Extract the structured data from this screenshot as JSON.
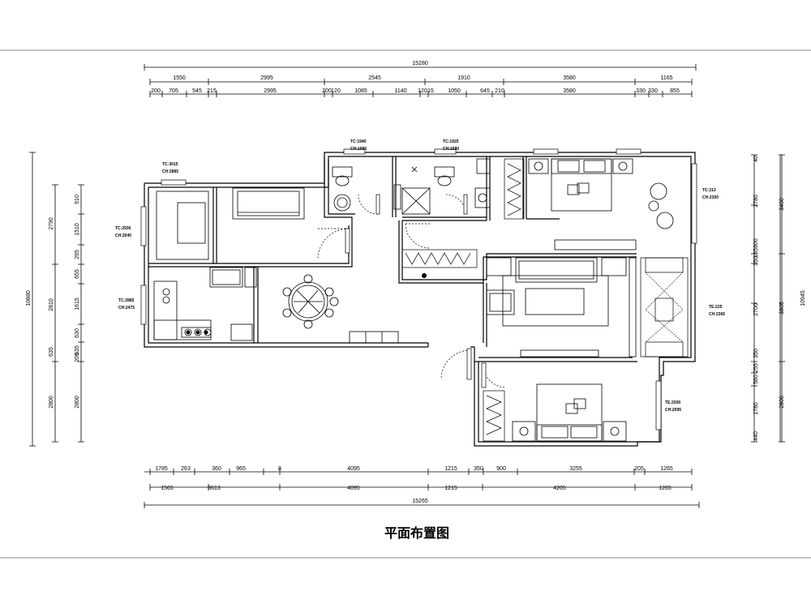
{
  "title": "平面布置图",
  "dims": {
    "top_overall": "15280",
    "top_row1": [
      "1550",
      "2995",
      "2545",
      "1910",
      "3580",
      "1165"
    ],
    "top_row2": [
      "200",
      "705",
      "545",
      "215",
      "2995",
      "200",
      "120",
      "1085",
      "1140",
      "120",
      "15",
      "1050",
      "645",
      "210",
      "3580",
      "330",
      "330",
      "855"
    ],
    "bottom_row1": [
      "1785",
      "263",
      "360",
      "965",
      "8",
      "4095",
      "1215",
      "350",
      "900",
      "3255",
      "205",
      "1265"
    ],
    "bottom_row2": [
      "1565",
      "3613",
      "4095",
      "1215",
      "4205",
      "1265"
    ],
    "bottom_overall": "15265",
    "left_overall": "10880",
    "left_row1": [
      "910",
      "2790",
      "1510",
      "295",
      "655",
      "2810",
      "1615",
      "630",
      "635",
      "205",
      "635",
      "2800"
    ],
    "left_row2": [
      "2800"
    ],
    "right_overall": "10945",
    "right_row1": [
      "40",
      "2780",
      "800",
      "155",
      "350",
      "2700",
      "350",
      "255",
      "580",
      "1780",
      "440"
    ],
    "right_row2": [
      "3400",
      "3805",
      "2800"
    ]
  },
  "room_tags": [
    {
      "top": "TC:3015",
      "bottom": "CH:2885"
    },
    {
      "top": "TC:2930",
      "bottom": "CH:2040"
    },
    {
      "top": "TC:1940",
      "bottom": "CH:1580"
    },
    {
      "top": "TC:1925",
      "bottom": "CH:1580"
    },
    {
      "top": "TC:213",
      "bottom": "CH:2300"
    },
    {
      "top": "TC:2885",
      "bottom": "CH:2475"
    },
    {
      "top": "TE:225",
      "bottom": "CH:2365"
    },
    {
      "top": "TE:2930",
      "bottom": "CH:2095"
    }
  ]
}
